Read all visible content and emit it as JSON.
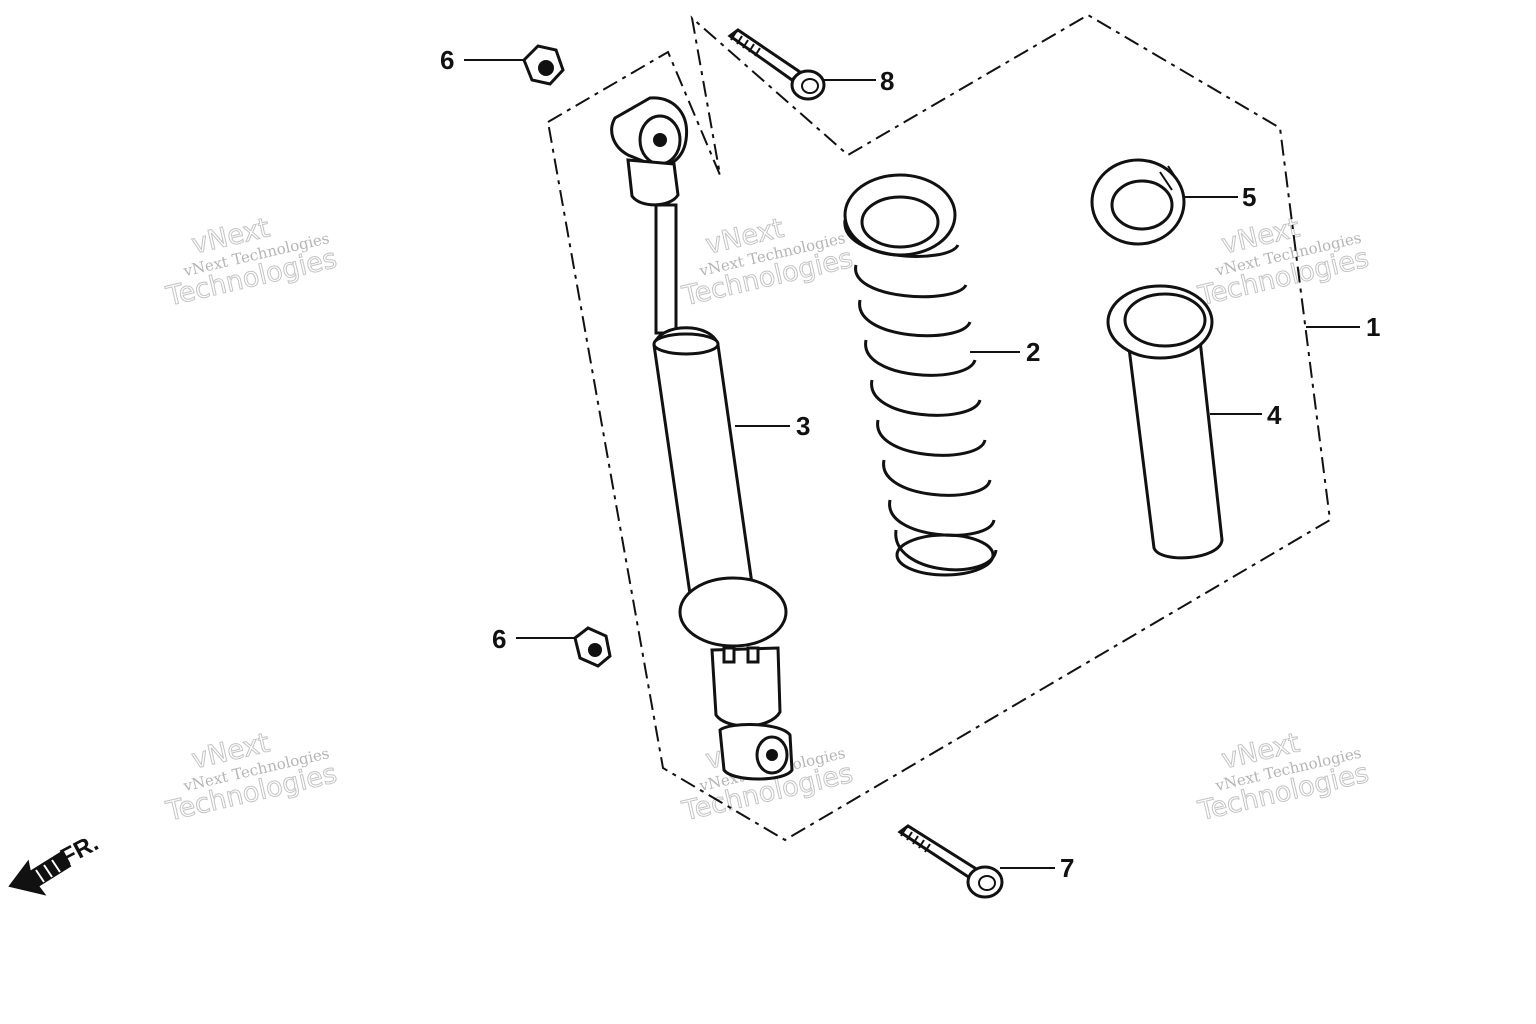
{
  "callouts": {
    "c1": "1",
    "c2": "2",
    "c3": "3",
    "c4": "4",
    "c5": "5",
    "c6a": "6",
    "c6b": "6",
    "c7": "7",
    "c8": "8"
  },
  "direction_label": "FR.",
  "watermark": {
    "line1": "vNext Technologies",
    "line2": "vNext",
    "line3": "Technologies"
  }
}
